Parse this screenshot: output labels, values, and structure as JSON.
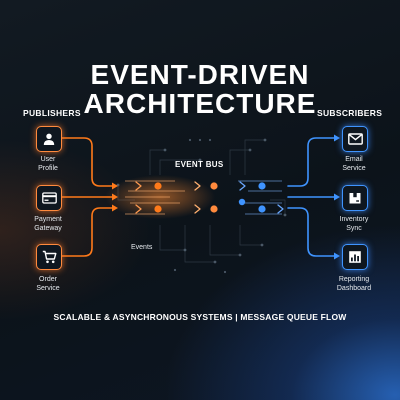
{
  "title": {
    "line1": "EVENT-DRIVEN",
    "line2": "ARCHITECTURE"
  },
  "publishers": {
    "heading": "PUBLISHERS",
    "items": [
      {
        "label_line1": "User",
        "label_line2": "Profile",
        "icon": "user-icon"
      },
      {
        "label_line1": "Payment",
        "label_line2": "Gateway",
        "icon": "card-icon"
      },
      {
        "label_line1": "Order",
        "label_line2": "Service",
        "icon": "cart-icon"
      }
    ]
  },
  "subscribers": {
    "heading": "SUBSCRIBERS",
    "items": [
      {
        "label_line1": "Email",
        "label_line2": "Service",
        "icon": "envelope-icon"
      },
      {
        "label_line1": "Inventory",
        "label_line2": "Sync",
        "icon": "box-icon"
      },
      {
        "label_line1": "Reporting",
        "label_line2": "Dashboard",
        "icon": "bar-chart-icon"
      }
    ]
  },
  "bus": {
    "label": "EVENT BUS",
    "events_label": "Events"
  },
  "footer": "SCALABLE & ASYNCHRONOUS SYSTEMS | MESSAGE QUEUE FLOW",
  "colors": {
    "publisher_accent": "#ff8a3d",
    "subscriber_accent": "#3f94ff",
    "text": "#ffffff",
    "background": "#0b1118"
  }
}
